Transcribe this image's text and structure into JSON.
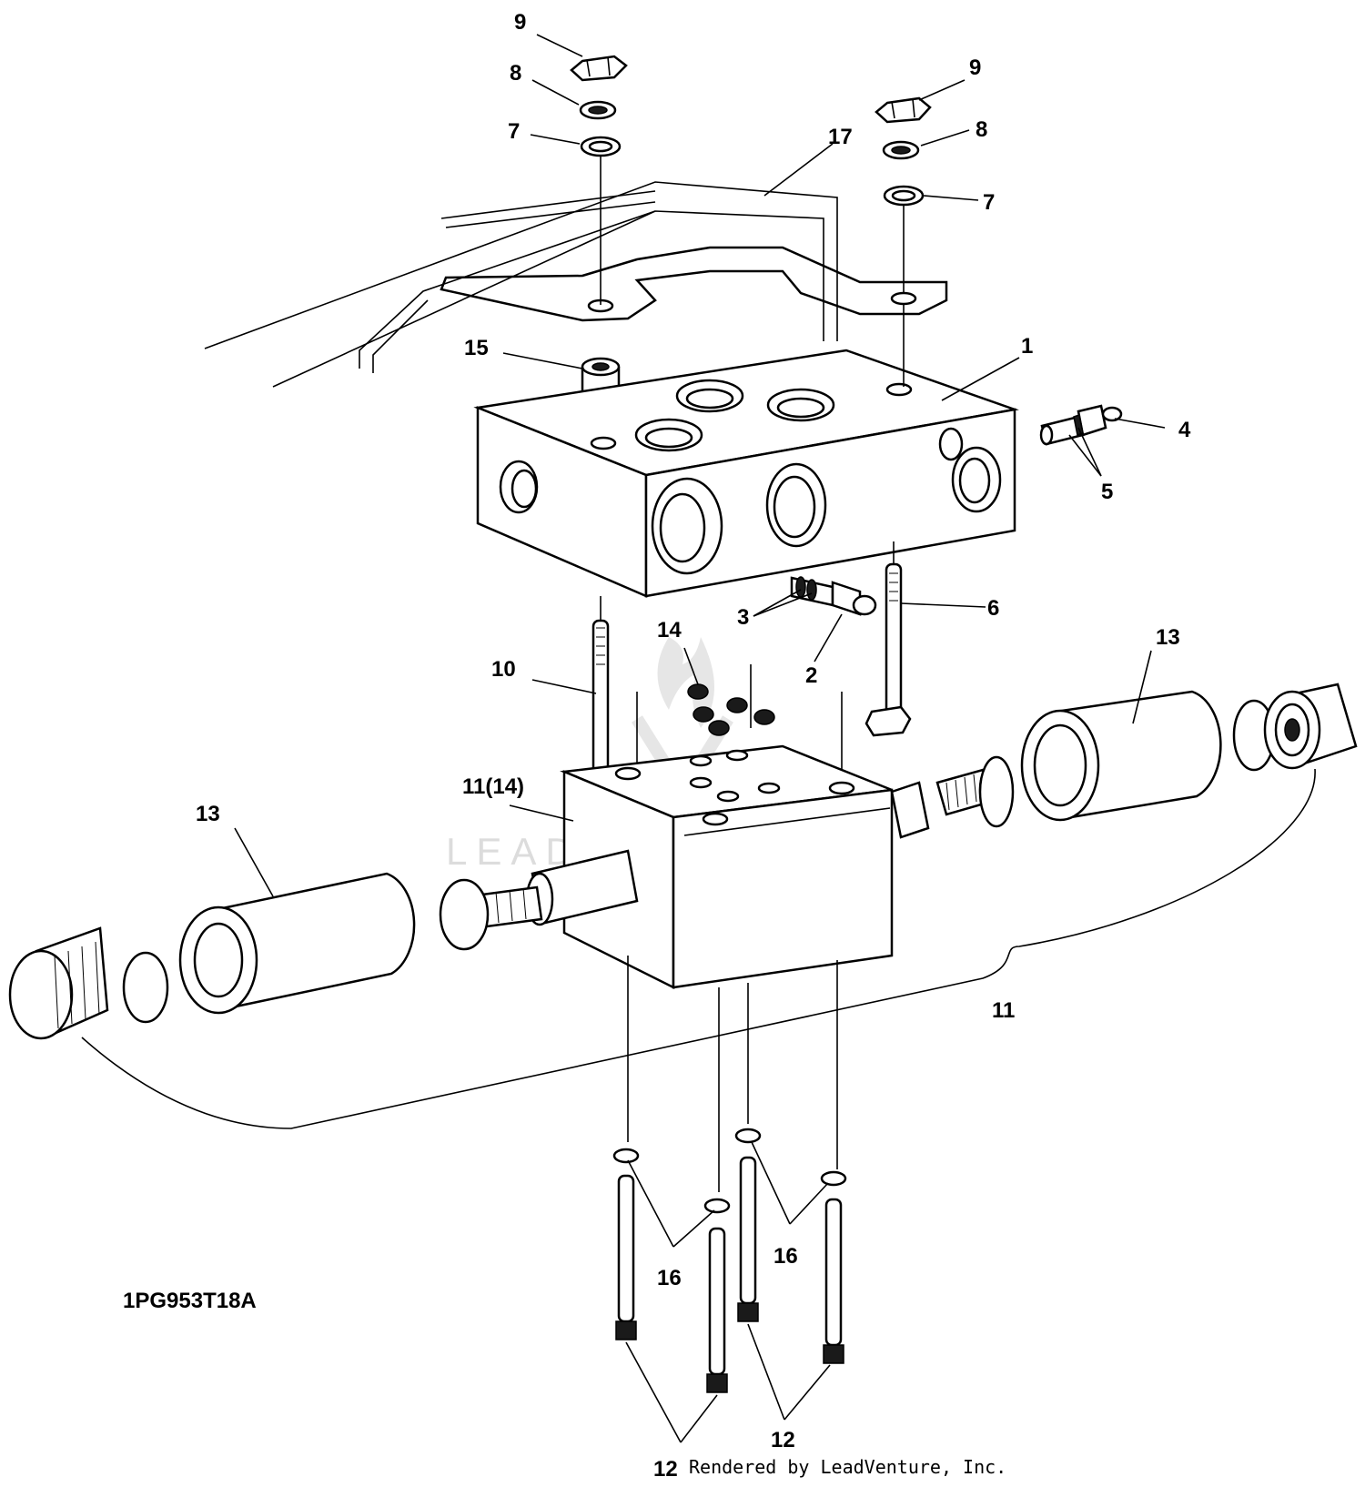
{
  "figure_id": "1PG953T18A",
  "credit": "Rendered by LeadVenture, Inc.",
  "watermark": "LEADVENTURE",
  "callouts": {
    "c1": "1",
    "c2": "2",
    "c3": "3",
    "c4": "4",
    "c5": "5",
    "c6": "6",
    "c7a": "7",
    "c7b": "7",
    "c8a": "8",
    "c8b": "8",
    "c9a": "9",
    "c9b": "9",
    "c10": "10",
    "c11a": "11(14)",
    "c11b": "11",
    "c12a": "12",
    "c12b": "12",
    "c13a": "13",
    "c13b": "13",
    "c14": "14",
    "c15": "15",
    "c16a": "16",
    "c16b": "16",
    "c17": "17"
  }
}
